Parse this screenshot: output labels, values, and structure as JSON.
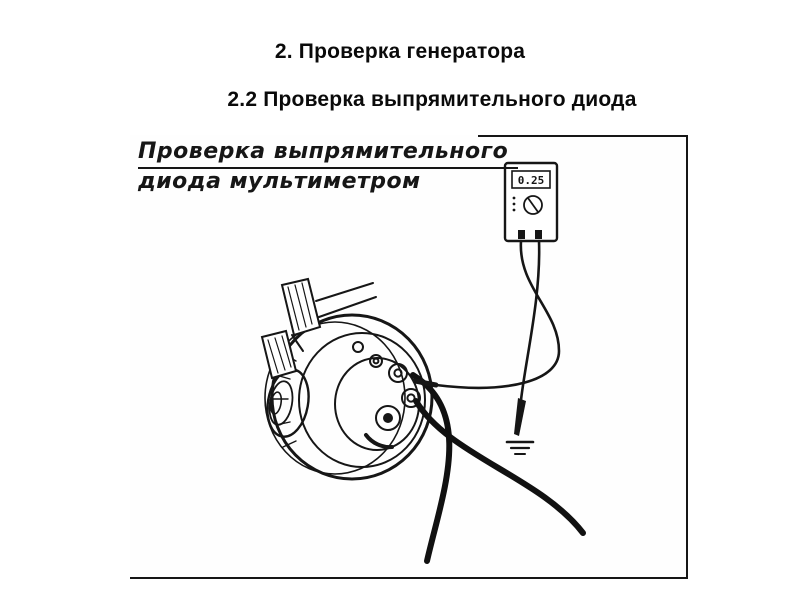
{
  "slide": {
    "title": "2. Проверка генератора",
    "subtitle": "2.2 Проверка выпрямительного диода"
  },
  "figure": {
    "caption_line1": "Проверка выпрямительного",
    "caption_line2": "диода мультиметром",
    "multimeter_reading": "0.25",
    "ink": "#161616"
  }
}
